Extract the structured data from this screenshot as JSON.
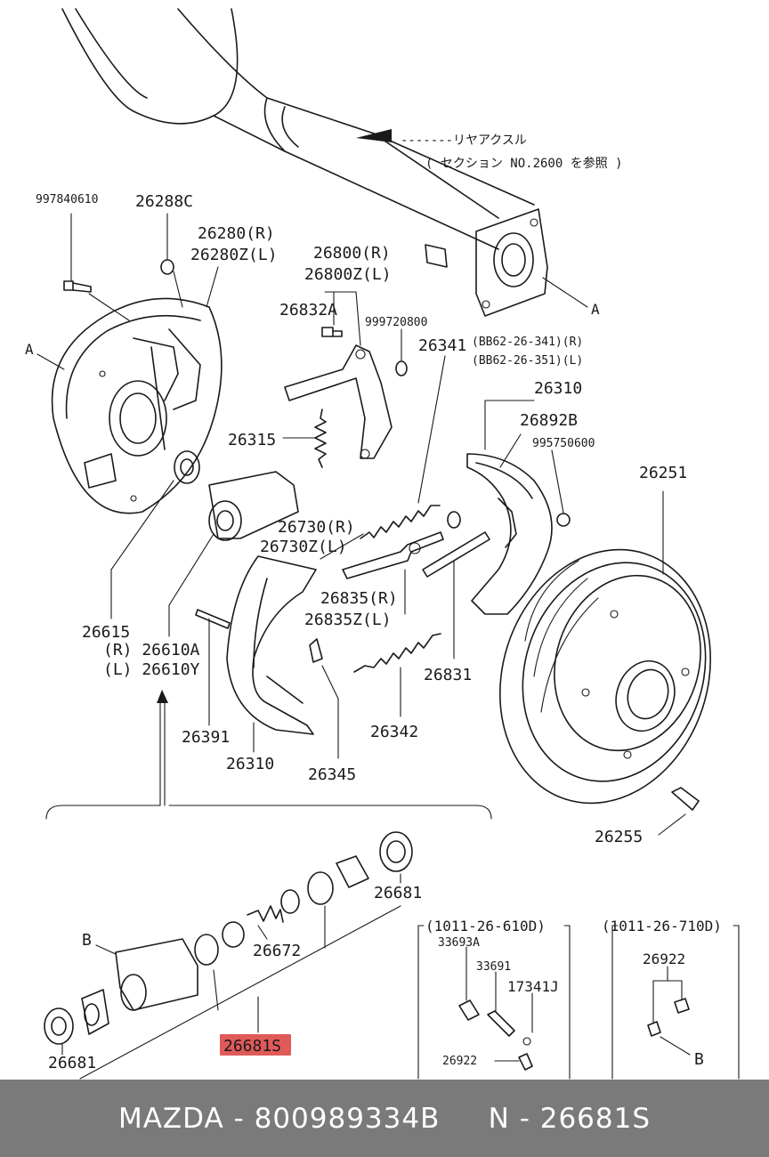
{
  "labels": {
    "rear_axle_ref_1": "-------リヤアクスル",
    "rear_axle_ref_2": "( セクション NO.2600 を参照 )",
    "p997840610": "997840610",
    "p26288C": "26288C",
    "p26280R": "26280(R)",
    "p26280ZL": "26280Z(L)",
    "pA_left": "A",
    "pA_right": "A",
    "p26800R": "26800(R)",
    "p26800ZL": "26800Z(L)",
    "p26832A": "26832A",
    "p999720800": "999720800",
    "p26341": "26341",
    "p26341_ref_r": "(BB62-26-341)(R)",
    "p26341_ref_l": "(BB62-26-351)(L)",
    "p26315": "26315",
    "p26310_top": "26310",
    "p26892B": "26892B",
    "p995750600": "995750600",
    "p26251": "26251",
    "p26730R": "26730(R)",
    "p26730ZL": "26730Z(L)",
    "p26835R": "26835(R)",
    "p26835ZL": "26835Z(L)",
    "p26615": "26615",
    "p26610A": "(R) 26610A",
    "p26610Y": "(L) 26610Y",
    "p26831": "26831",
    "p26391": "26391",
    "p26342": "26342",
    "p26310_bottom": "26310",
    "p26345": "26345",
    "p26255": "26255",
    "p26681_top": "26681",
    "p26672": "26672",
    "pB_left": "B",
    "p26681S": "26681S",
    "p26681_bottom": "26681",
    "kit1_ref": "(1011-26-610D)",
    "p33693A": "33693A",
    "p33691": "33691",
    "p17341J": "17341J",
    "p26922_kit1": "26922",
    "kit2_ref": "(1011-26-710D)",
    "p26922_kit2": "26922",
    "pB_right": "B"
  },
  "highlight_color": "#e05a5a",
  "footer": {
    "brand": "MAZDA",
    "sep1": " - ",
    "part_number": "800989334B",
    "gap": "     ",
    "ref": "N - 26681S"
  }
}
